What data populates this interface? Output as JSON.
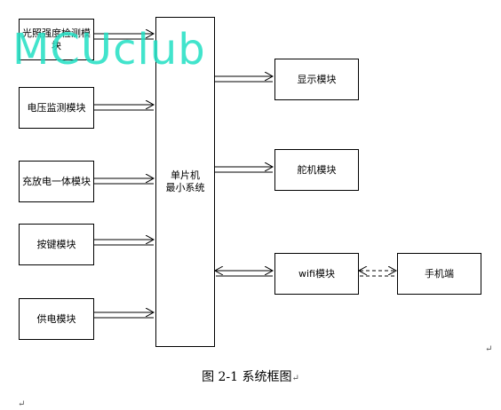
{
  "inputs": [
    {
      "label": "光照强度检测模块"
    },
    {
      "label": "电压监测模块"
    },
    {
      "label": "充放电一体模块"
    },
    {
      "label": "按键模块"
    },
    {
      "label": "供电模块"
    }
  ],
  "mcu": {
    "line1": "单片机",
    "line2": "最小系统"
  },
  "outputs": {
    "display": "显示模块",
    "servo": "舵机模块",
    "wifi": "wifi模块",
    "phone": "手机端"
  },
  "caption": "图 2-1 系统框图",
  "watermark": "MCUclub",
  "pilcrow": "↵"
}
